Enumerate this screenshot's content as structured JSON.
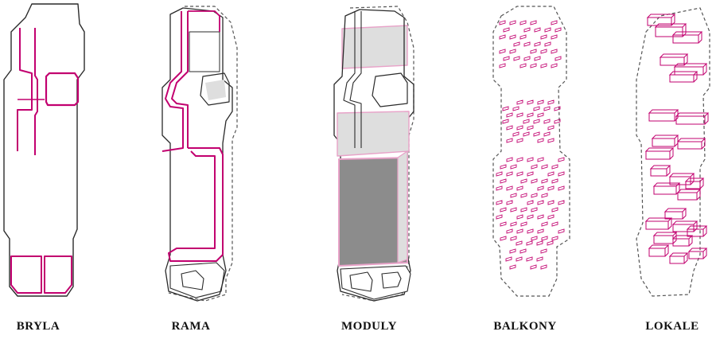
{
  "colors": {
    "outline": "#2a2a2a",
    "accent": "#c2006f",
    "accent_light": "#e8a2c8",
    "shade_light": "#dedede",
    "shade_dark": "#8c8c8c",
    "dashed": "#555555"
  },
  "panels": [
    {
      "label": "BRYLA"
    },
    {
      "label": "RAMA"
    },
    {
      "label": "MODULY"
    },
    {
      "label": "BALKONY"
    },
    {
      "label": "LOKALE"
    }
  ]
}
